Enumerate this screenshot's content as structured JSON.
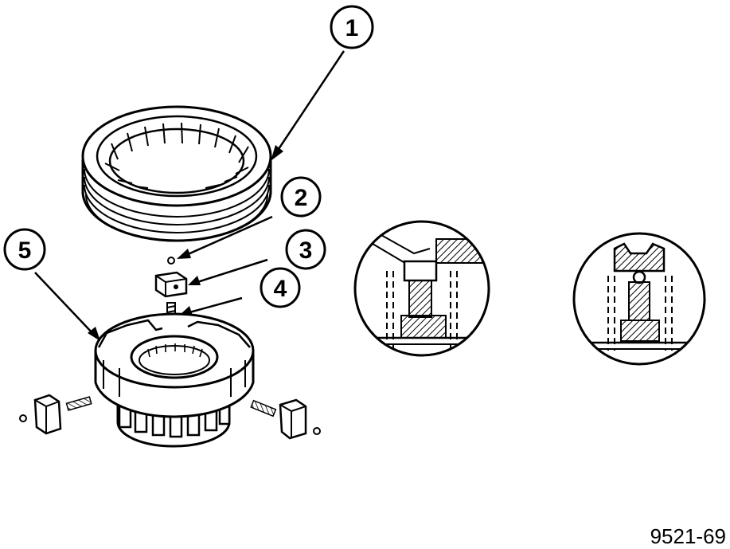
{
  "callouts": [
    {
      "id": "1",
      "label": "1"
    },
    {
      "id": "2",
      "label": "2"
    },
    {
      "id": "3",
      "label": "3"
    },
    {
      "id": "4",
      "label": "4"
    },
    {
      "id": "5",
      "label": "5"
    }
  ],
  "figure_id": "9521-69",
  "colors": {
    "ink": "#000000",
    "background": "#ffffff"
  }
}
